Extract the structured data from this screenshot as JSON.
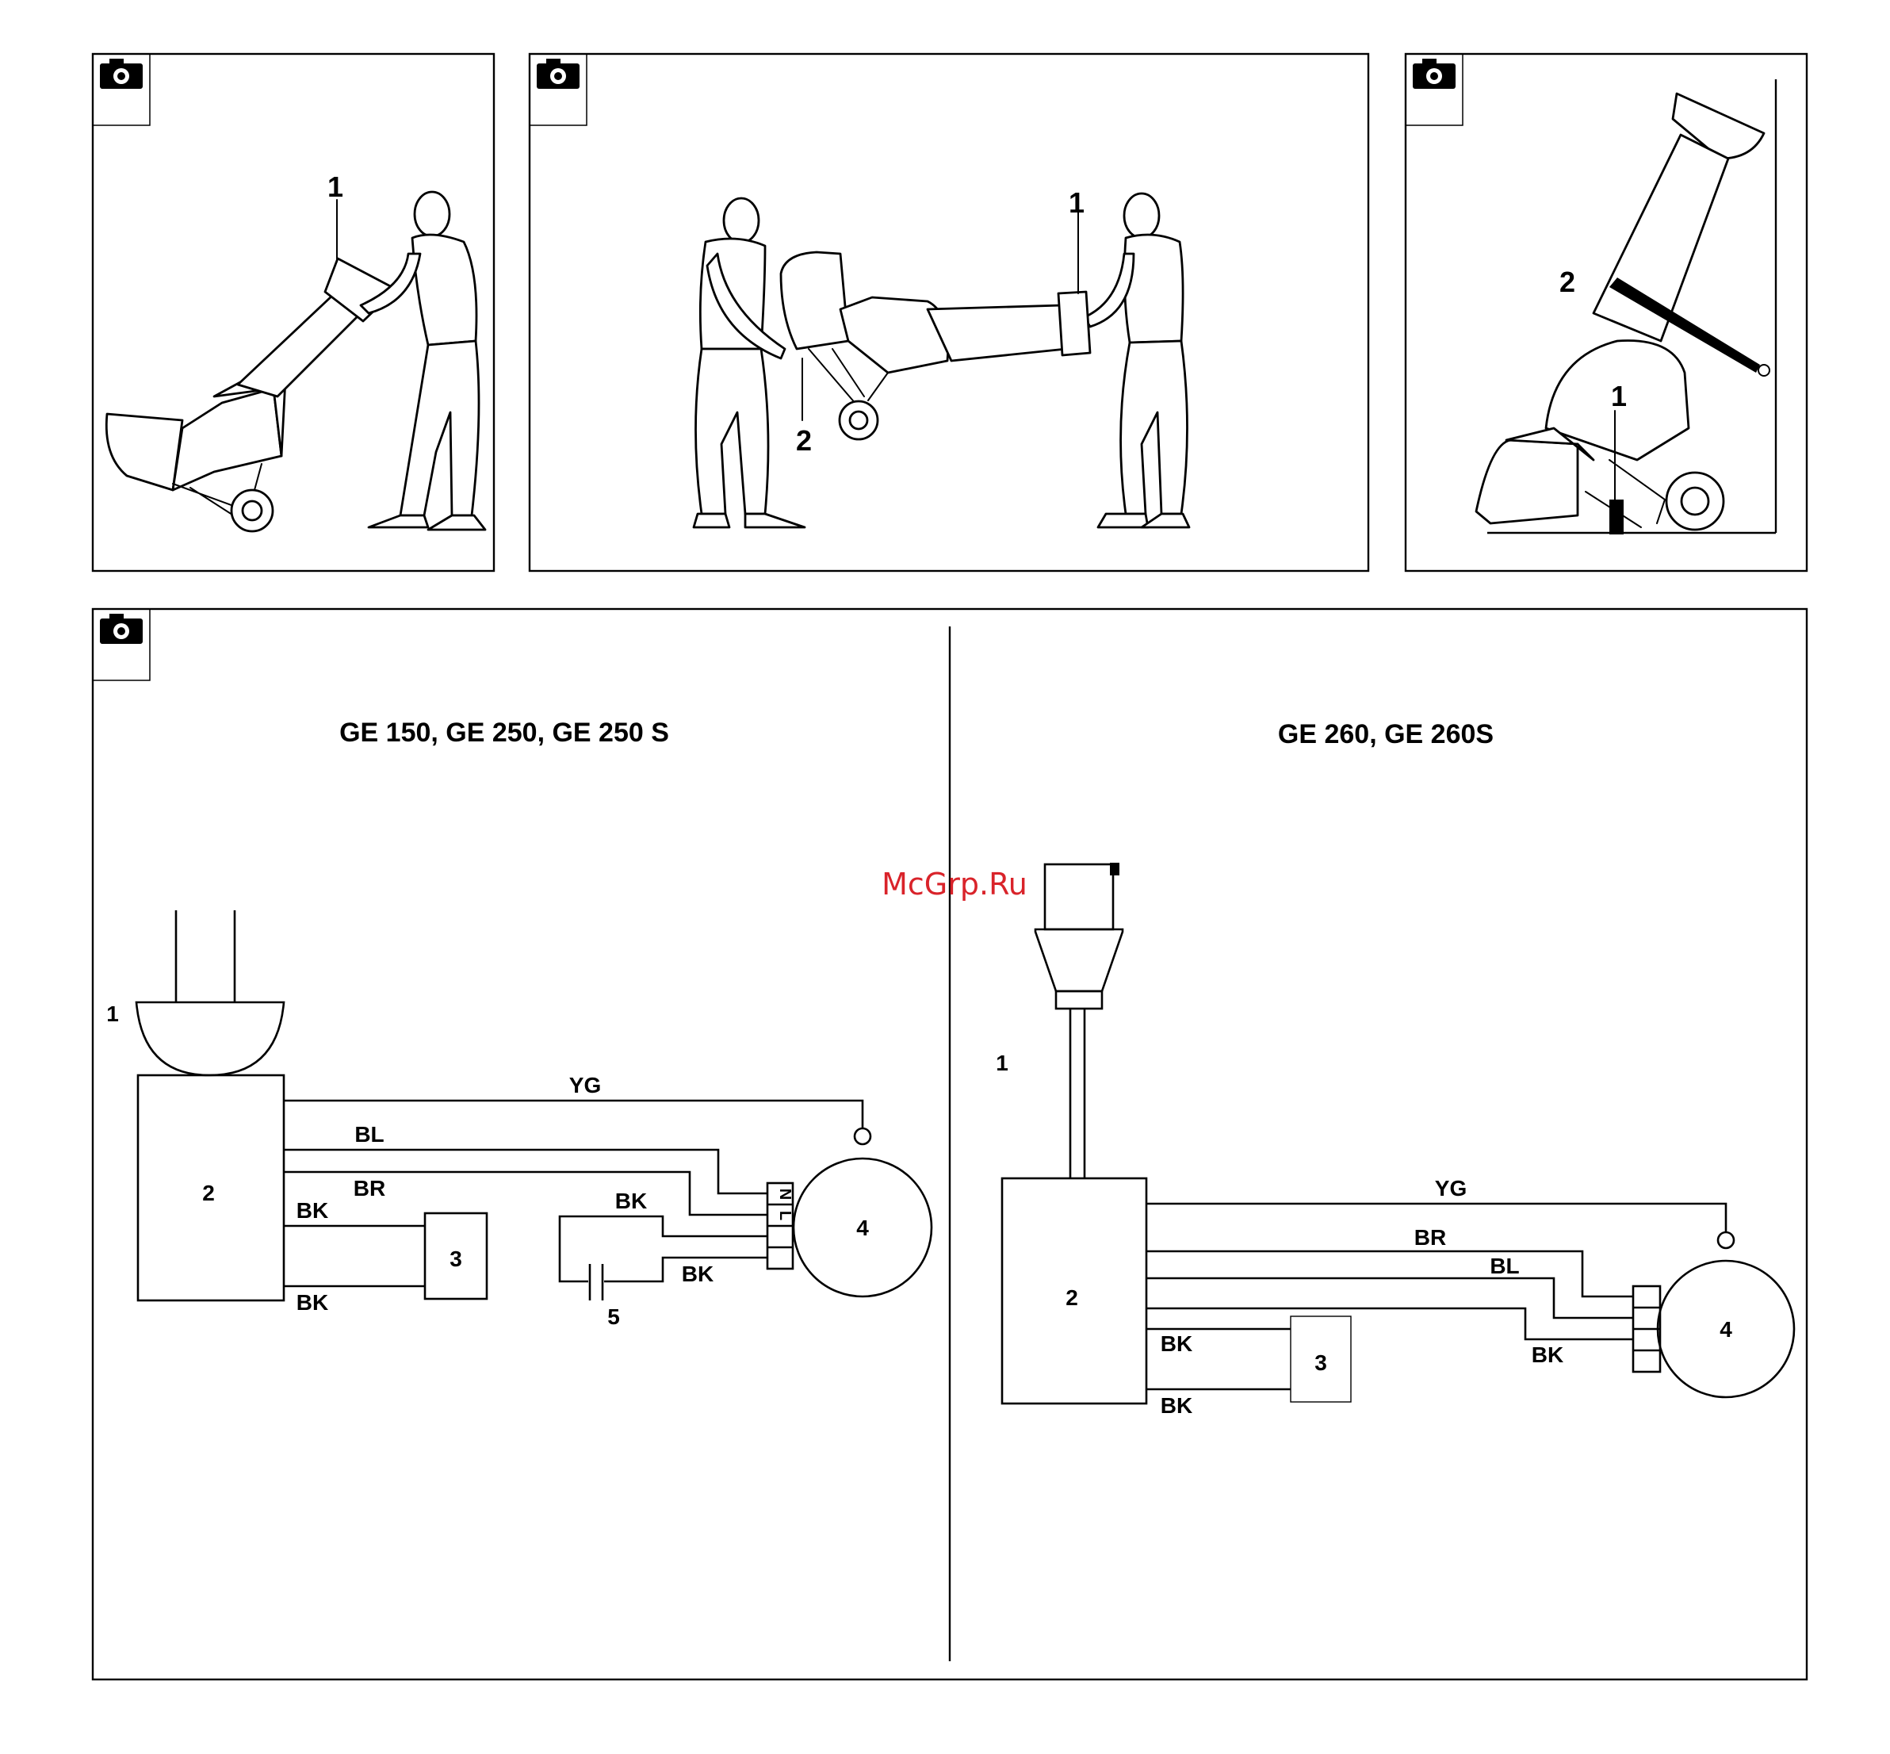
{
  "panels": {
    "p1": {
      "callouts": [
        "1"
      ]
    },
    "p2": {
      "callouts": [
        "1",
        "2"
      ]
    },
    "p3": {
      "callouts": [
        "2",
        "1"
      ]
    }
  },
  "wiring": {
    "left": {
      "title": "GE 150, GE 250, GE 250 S",
      "labels": {
        "plug": "1",
        "switch": "2",
        "unit3": "3",
        "motor": "4",
        "capacitor": "5"
      },
      "wires": {
        "yg": "YG",
        "bl": "BL",
        "br": "BR",
        "bk_top": "BK",
        "bk_bottom": "BK",
        "bk_cap_top": "BK",
        "bk_cap_bottom": "BK"
      },
      "terminals": [
        "N",
        "L"
      ]
    },
    "right": {
      "title": "GE 260, GE 260S",
      "labels": {
        "plug": "1",
        "switch": "2",
        "unit3": "3",
        "motor": "4"
      },
      "wires": {
        "yg": "YG",
        "br": "BR",
        "bl": "BL",
        "bk_motor": "BK",
        "bk_top": "BK",
        "bk_bottom": "BK"
      }
    }
  },
  "watermark": "McGrp.Ru",
  "colors": {
    "line": "#000000",
    "watermark": "#d9232a",
    "background": "#ffffff"
  }
}
